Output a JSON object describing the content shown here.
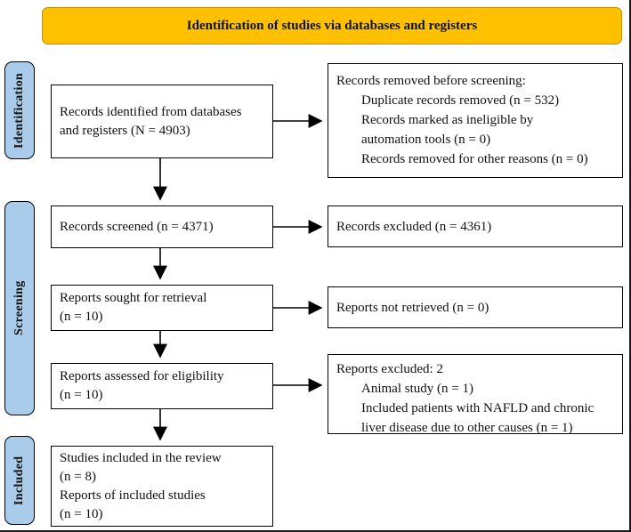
{
  "header": {
    "title": "Identification of studies via databases and registers"
  },
  "colors": {
    "header_bg": "#FFC000",
    "header_border": "#BF9000",
    "stage_bg": "#A9CCEB",
    "box_border": "#000000",
    "arrow": "#000000"
  },
  "stages": [
    {
      "label": "Identification"
    },
    {
      "label": "Screening"
    },
    {
      "label": "Included"
    }
  ],
  "flow": {
    "identified": {
      "lines": [
        "Records identified from databases",
        "and registers (N = 4903)"
      ]
    },
    "screened": {
      "lines": [
        "Records screened (n = 4371)"
      ]
    },
    "sought": {
      "lines": [
        "Reports sought for retrieval",
        "(n = 10)"
      ]
    },
    "assessed": {
      "lines": [
        "Reports assessed for eligibility",
        "(n = 10)"
      ]
    },
    "included": {
      "lines": [
        "Studies included in the review",
        "(n = 8)",
        "Reports of included studies",
        "(n = 10)"
      ]
    }
  },
  "exclusions": {
    "removed_before_screening": {
      "lines": [
        {
          "text": "Records removed before screening:",
          "indent": false
        },
        {
          "text": "Duplicate records removed (n = 532)",
          "indent": true
        },
        {
          "text": "Records marked as ineligible by",
          "indent": true
        },
        {
          "text": "automation tools (n = 0)",
          "indent": true
        },
        {
          "text": "Records removed for other reasons (n = 0)",
          "indent": true
        }
      ]
    },
    "records_excluded": {
      "lines": [
        {
          "text": "Records excluded (n = 4361)",
          "indent": false
        }
      ]
    },
    "reports_not_retrieved": {
      "lines": [
        {
          "text": "Reports not retrieved (n = 0)",
          "indent": false
        }
      ]
    },
    "reports_excluded": {
      "lines": [
        {
          "text": "Reports excluded: 2",
          "indent": false
        },
        {
          "text": "Animal study (n = 1)",
          "indent": true
        },
        {
          "text": "Included patients with NAFLD and chronic",
          "indent": true
        },
        {
          "text": "liver disease due to other causes (n = 1)",
          "indent": true
        }
      ]
    }
  }
}
